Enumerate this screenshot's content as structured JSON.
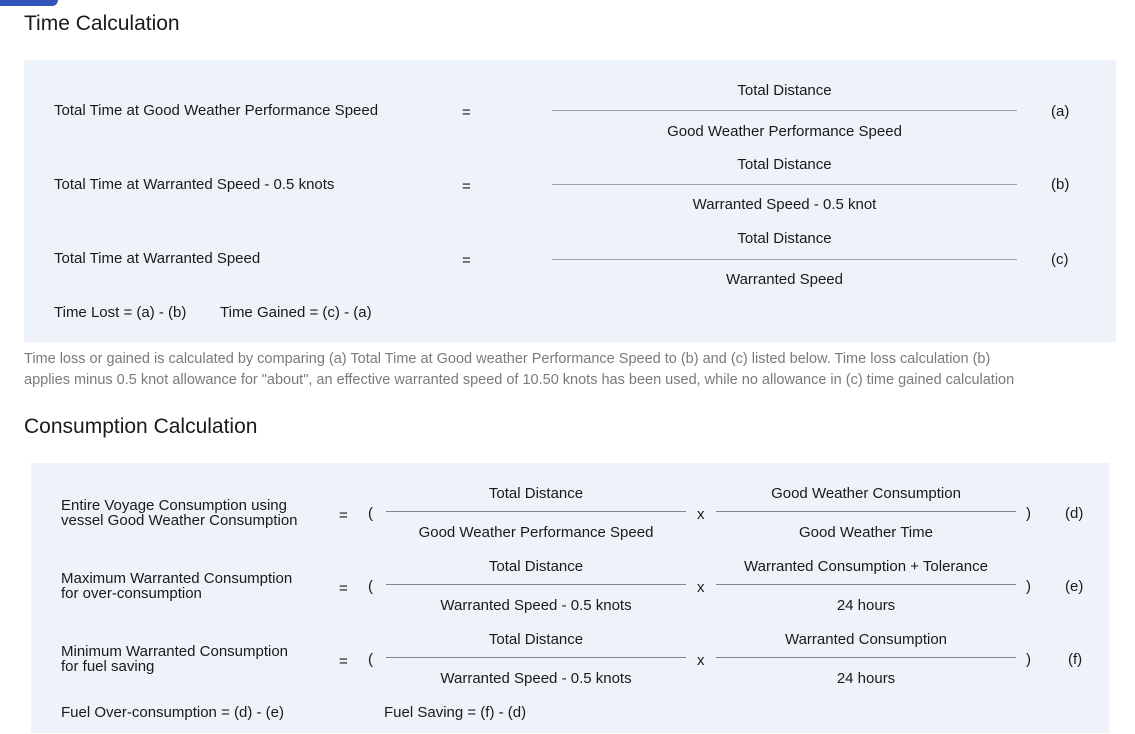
{
  "time": {
    "title": "Time Calculation",
    "rows": [
      {
        "label": "Total Time at Good Weather Performance Speed",
        "eq": "=",
        "numerator": "Total Distance",
        "denominator": "Good Weather Performance Speed",
        "ref": "(a)"
      },
      {
        "label": "Total Time at Warranted Speed - 0.5 knots",
        "eq": "=",
        "numerator": "Total Distance",
        "denominator": "Warranted Speed - 0.5 knot",
        "ref": "(b)"
      },
      {
        "label": "Total Time at Warranted Speed",
        "eq": "=",
        "numerator": "Total Distance",
        "denominator": "Warranted Speed",
        "ref": "(c)"
      }
    ],
    "time_lost": "Time Lost = (a) - (b)",
    "time_gained": "Time Gained = (c) - (a)",
    "note_line1": "Time loss or gained is calculated by comparing (a) Total Time at Good weather Performance Speed to (b) and (c) listed below. Time loss calculation (b)",
    "note_line2": "applies minus 0.5 knot allowance for \"about\", an effective warranted speed of 10.50 knots has been used, while no allowance in (c) time gained calculation"
  },
  "consumption": {
    "title": "Consumption Calculation",
    "rows": [
      {
        "label_line1": "Entire Voyage Consumption using",
        "label_line2": "vessel Good Weather Consumption",
        "eq": "=",
        "open": "(",
        "num1": "Total Distance",
        "den1": "Good Weather Performance Speed",
        "op": "x",
        "num2": "Good Weather Consumption",
        "den2": "Good Weather Time",
        "close": ")",
        "ref": "(d)"
      },
      {
        "label_line1": "Maximum Warranted Consumption",
        "label_line2": "for over-consumption",
        "eq": "=",
        "open": "(",
        "num1": "Total Distance",
        "den1": "Warranted Speed - 0.5 knots",
        "op": "x",
        "num2": "Warranted Consumption + Tolerance",
        "den2": "24 hours",
        "close": ")",
        "ref": "(e)"
      },
      {
        "label_line1": "Minimum Warranted Consumption",
        "label_line2": "for fuel saving",
        "eq": "=",
        "open": "(",
        "num1": "Total Distance",
        "den1": "Warranted Speed - 0.5 knots",
        "op": "x",
        "num2": "Warranted Consumption",
        "den2": "24 hours",
        "close": ")",
        "ref": "(f)"
      }
    ],
    "over_consumption": "Fuel Over-consumption = (d) - (e)",
    "fuel_saving": "Fuel Saving = (f) - (d)"
  }
}
